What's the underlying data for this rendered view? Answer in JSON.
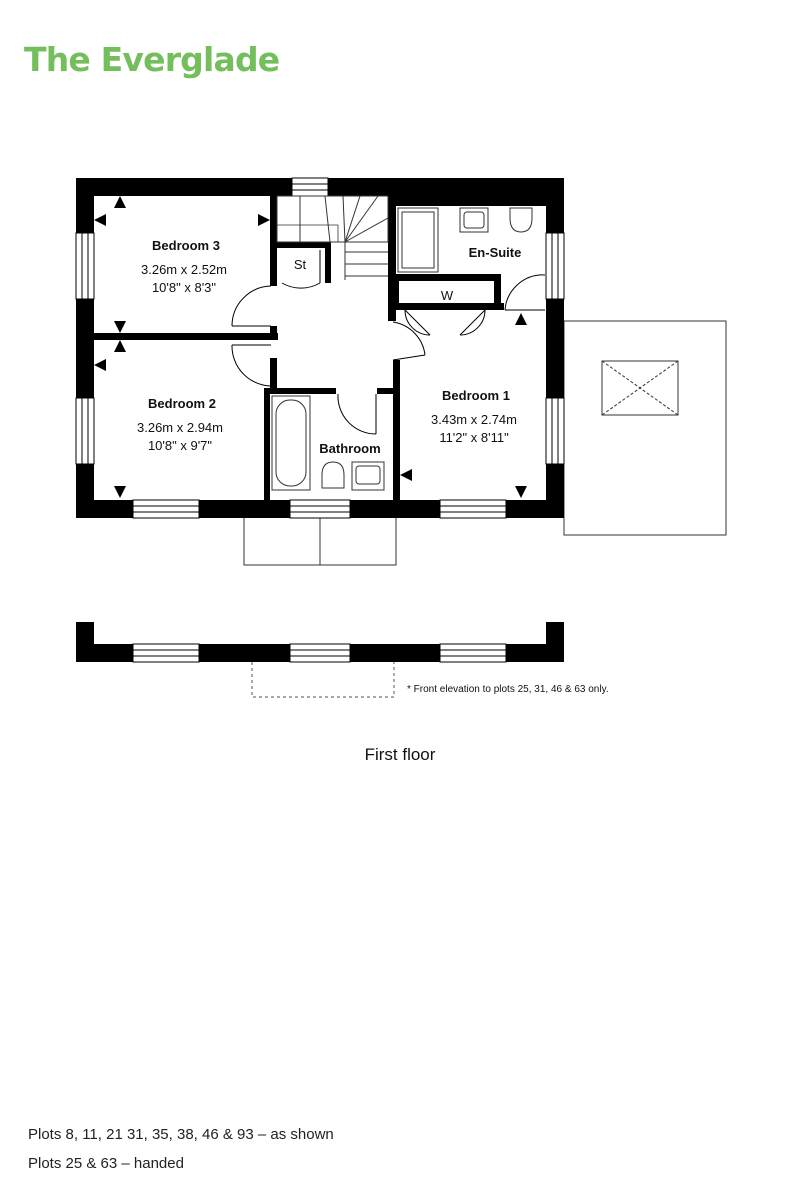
{
  "title": "The Everglade",
  "rooms": {
    "bedroom3": {
      "name": "Bedroom 3",
      "metric": "3.26m x 2.52m",
      "imperial": "10'8\" x 8'3\""
    },
    "bedroom2": {
      "name": "Bedroom 2",
      "metric": "3.26m x 2.94m",
      "imperial": "10'8\" x 9'7\""
    },
    "bedroom1": {
      "name": "Bedroom 1",
      "metric": "3.43m x 2.74m",
      "imperial": "11'2\" x 8'11\""
    },
    "ensuite": {
      "name": "En-Suite"
    },
    "bathroom": {
      "name": "Bathroom"
    },
    "store": {
      "name": "St"
    },
    "wardrobe": {
      "name": "W"
    }
  },
  "elevation_note": "* Front elevation to plots 25, 31, 46 & 63 only.",
  "floor_label": "First floor",
  "plots": {
    "as_shown": "Plots 8, 11, 21 31, 35, 38, 46 & 93 – as shown",
    "handed": "Plots 25 & 63 – handed"
  }
}
